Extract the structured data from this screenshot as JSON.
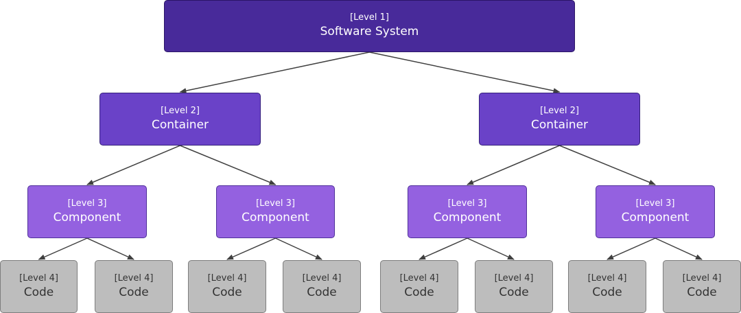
{
  "diagram": {
    "colors": {
      "level1": "#482a9a",
      "level2": "#6a42c8",
      "level3": "#9461e0",
      "level4": "#bdbdbd",
      "edge": "#404040"
    },
    "nodes": {
      "system": {
        "level_label": "[Level 1]",
        "name": "Software System"
      },
      "container_1": {
        "level_label": "[Level 2]",
        "name": "Container"
      },
      "container_2": {
        "level_label": "[Level 2]",
        "name": "Container"
      },
      "component_1": {
        "level_label": "[Level 3]",
        "name": "Component"
      },
      "component_2": {
        "level_label": "[Level 3]",
        "name": "Component"
      },
      "component_3": {
        "level_label": "[Level 3]",
        "name": "Component"
      },
      "component_4": {
        "level_label": "[Level 3]",
        "name": "Component"
      },
      "code_1": {
        "level_label": "[Level 4]",
        "name": "Code"
      },
      "code_2": {
        "level_label": "[Level 4]",
        "name": "Code"
      },
      "code_3": {
        "level_label": "[Level 4]",
        "name": "Code"
      },
      "code_4": {
        "level_label": "[Level 4]",
        "name": "Code"
      },
      "code_5": {
        "level_label": "[Level 4]",
        "name": "Code"
      },
      "code_6": {
        "level_label": "[Level 4]",
        "name": "Code"
      },
      "code_7": {
        "level_label": "[Level 4]",
        "name": "Code"
      },
      "code_8": {
        "level_label": "[Level 4]",
        "name": "Code"
      }
    },
    "edges": [
      [
        "system",
        "container_1"
      ],
      [
        "system",
        "container_2"
      ],
      [
        "container_1",
        "component_1"
      ],
      [
        "container_1",
        "component_2"
      ],
      [
        "container_2",
        "component_3"
      ],
      [
        "container_2",
        "component_4"
      ],
      [
        "component_1",
        "code_1"
      ],
      [
        "component_1",
        "code_2"
      ],
      [
        "component_2",
        "code_3"
      ],
      [
        "component_2",
        "code_4"
      ],
      [
        "component_3",
        "code_5"
      ],
      [
        "component_3",
        "code_6"
      ],
      [
        "component_4",
        "code_7"
      ],
      [
        "component_4",
        "code_8"
      ]
    ]
  }
}
